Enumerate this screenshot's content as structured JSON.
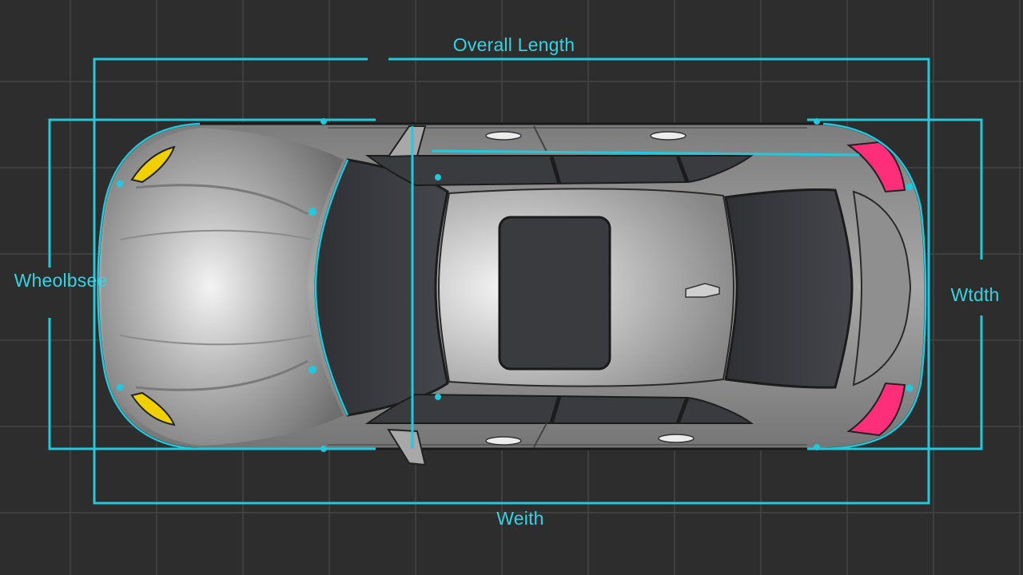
{
  "labels": {
    "overall_length": "Overall Length",
    "wheelbase": "Wheolbsee",
    "width_right": "Wtdth",
    "width_bottom": "Weith"
  },
  "colors": {
    "background": "#2d2d2d",
    "grid": "#454545",
    "dimension_line": "#22c8dc",
    "label": "#34d3e4",
    "body": "#9d9d9d",
    "glass": "#3a3b3f",
    "headlight": "#f0d000",
    "taillight": "#ff2e78"
  },
  "icons": {
    "car": "sedan-top-view"
  }
}
